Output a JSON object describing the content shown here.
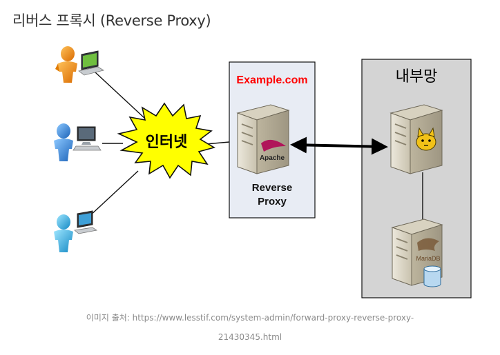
{
  "page": {
    "title": "리버스 프록시 (Reverse Proxy)",
    "caption_line1": "이미지 출처: https://www.lesstif.com/system-admin/forward-proxy-reverse-proxy-",
    "caption_line2": "21430345.html"
  },
  "diagram": {
    "internet_label": "인터넷",
    "proxy_domain": "Example.com",
    "proxy_label_line1": "Reverse",
    "proxy_label_line2": "Proxy",
    "apache_label": "Apache",
    "internal_label": "내부망",
    "mariadb_label": "MariaDB",
    "colors": {
      "proxy_box_fill": "#e8ecf4",
      "internal_box_fill": "#d4d4d4",
      "burst_fill": "#ffff00",
      "domain_text": "#ff0000",
      "client_orange": "#f08a10",
      "client_blue": "#2a7fd6",
      "client_cyan": "#1fb0e0"
    }
  }
}
